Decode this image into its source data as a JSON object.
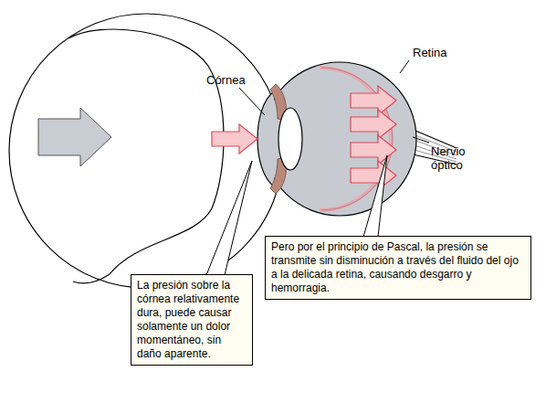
{
  "diagram": {
    "nodes": [
      {
        "text": [
          "Pero por el principio de Pascal, la presión se transmite sin disminución a través del fluido del ojo a la delicada retina, causando desgarro y hemorragia."
        ]
      },
      {
        "text": [
          "La presión sobre la córnea relativamente dura, puede causar solamente un dolor momentáneo, sin daño aparente."
        ]
      }
    ],
    "labels": [
      "Córnea",
      "Retina",
      "Nervio óptico"
    ]
  }
}
